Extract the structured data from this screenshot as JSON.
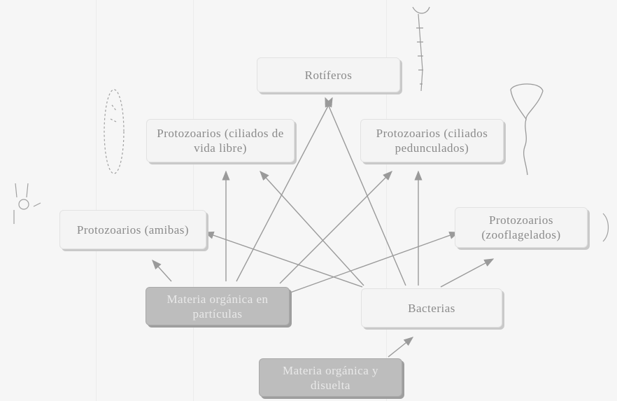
{
  "nodes": {
    "rotifers": "Rotíferos",
    "free_ciliates": "Protozoarios (ciliados de vida libre)",
    "stalked_ciliates": "Protozoarios (ciliados pedunculados)",
    "amoebas": "Protozoarios (amibas)",
    "zooflagellates": "Protozoarios (zooflagelados)",
    "particulate": "Materia orgánica en partículas",
    "bacteria": "Bacterias",
    "dissolved": "Materia orgánica y disuelta"
  }
}
